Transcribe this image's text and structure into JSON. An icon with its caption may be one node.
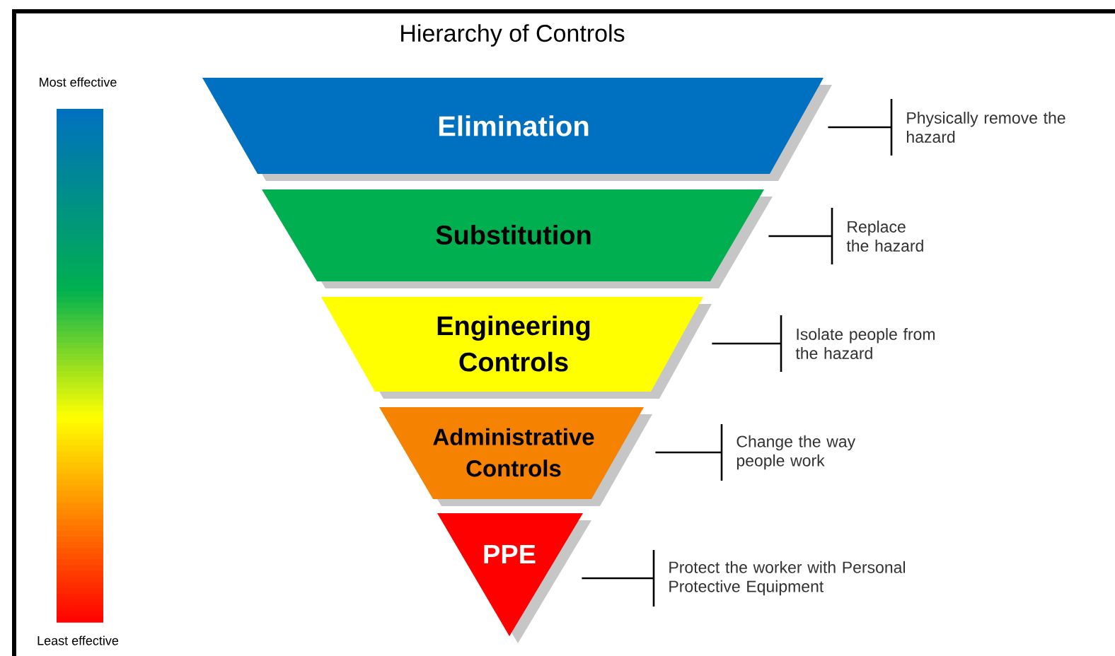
{
  "diagram": {
    "title": "Hierarchy of Controls",
    "nodes": [
      {
        "text": [
          "Elimination"
        ]
      },
      {
        "text": [
          "Substitution"
        ]
      },
      {
        "text": [
          "Engineering Controls"
        ]
      },
      {
        "text": [
          "Administrative Controls"
        ]
      },
      {
        "text": [
          "PPE"
        ]
      },
      {
        "text": [
          "Physically remove the hazard"
        ]
      },
      {
        "text": [
          "Replace the hazard"
        ]
      },
      {
        "text": [
          "Isolate people from the hazard"
        ]
      },
      {
        "text": [
          "Change the way people work"
        ]
      },
      {
        "text": [
          "Protect the worker with Personal Protective Equipment"
        ]
      }
    ],
    "edges": [
      {
        "from": 0,
        "to": 5,
        "arrow": "none"
      },
      {
        "from": 1,
        "to": 6,
        "arrow": "none"
      },
      {
        "from": 2,
        "to": 7,
        "arrow": "none"
      },
      {
        "from": 3,
        "to": 8,
        "arrow": "none"
      },
      {
        "from": 4,
        "to": 9,
        "arrow": "none"
      }
    ],
    "labels": [
      "Most effective",
      "Least effective"
    ]
  }
}
